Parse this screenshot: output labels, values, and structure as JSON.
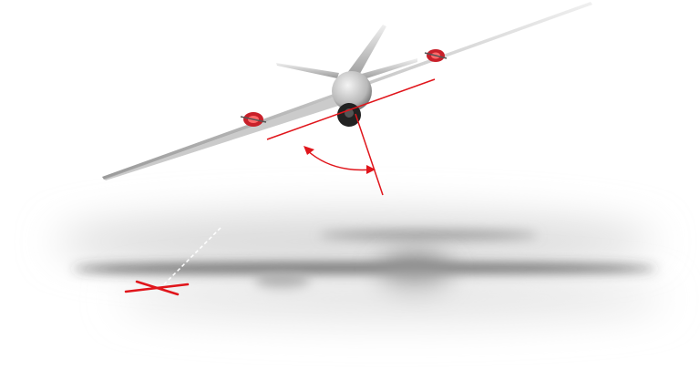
{
  "colors": {
    "background": "#ffffff",
    "annotation": "#e0151b",
    "airframe": "#c9c9c9",
    "motor_pod": "#c8202a",
    "shadow": "#2a2a2a",
    "guide_line": "#ffffff"
  },
  "icons": {
    "aircraft": "fixed-wing-vtol-drone",
    "landing_marker": "x-mark",
    "angle_indicator": "double-arrow-arc"
  }
}
